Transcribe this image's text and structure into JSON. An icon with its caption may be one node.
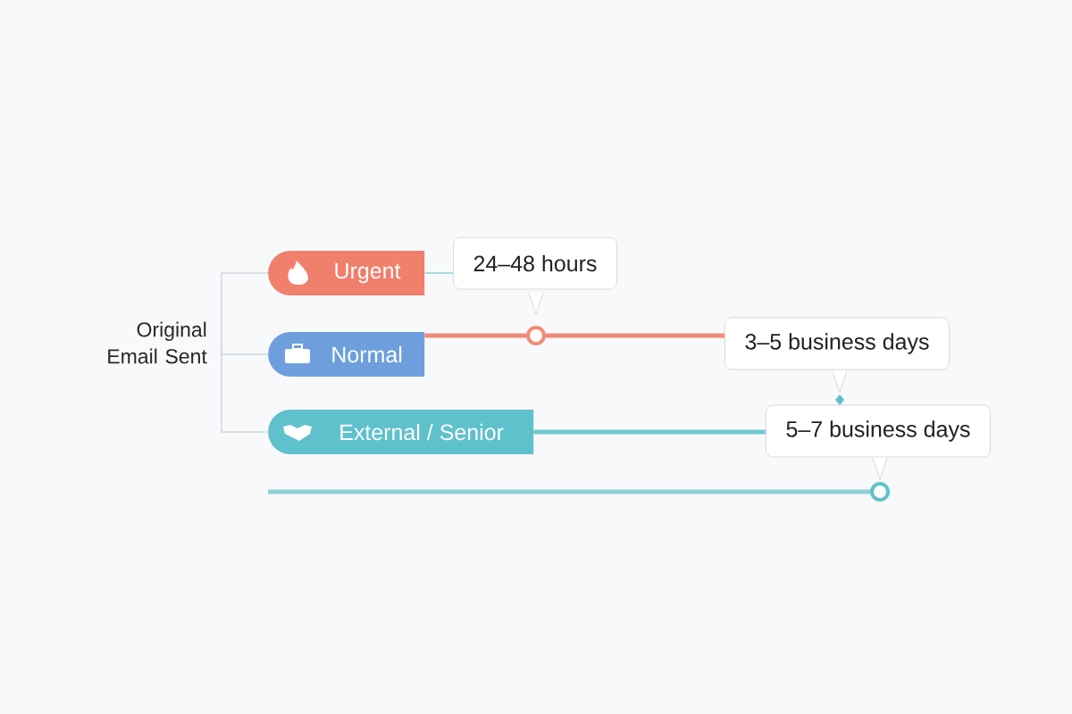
{
  "diagram": {
    "nodes": [
      {
        "text": [
          "Original Email Sent"
        ]
      },
      {
        "text": [
          "Urgent"
        ]
      },
      {
        "text": [
          "Normal"
        ]
      },
      {
        "text": [
          "External / Senior"
        ]
      },
      {
        "text": [
          "24–48 hours"
        ]
      },
      {
        "text": [
          "3–5 business days"
        ]
      },
      {
        "text": [
          "5–7 business days"
        ]
      },
      {
        "text": [],
        "shape": "circle"
      },
      {
        "text": [],
        "shape": "circle"
      }
    ],
    "edges": [
      {
        "from": 0,
        "to": 1,
        "arrow": "none",
        "color": "#cfd8de"
      },
      {
        "from": 0,
        "to": 2,
        "arrow": "none",
        "color": "#cfd8de"
      },
      {
        "from": 0,
        "to": 3,
        "arrow": "none",
        "color": "#cfd8de"
      },
      {
        "from": 1,
        "to": 4,
        "arrow": "none",
        "color": "#8fd0d8"
      },
      {
        "from": 2,
        "to": 7,
        "arrow": "none",
        "style": "thick",
        "color": "#f28b76"
      },
      {
        "from": 7,
        "to": 5,
        "arrow": "none",
        "style": "thick",
        "color": "#f28b76"
      },
      {
        "from": 3,
        "to": 6,
        "arrow": "none",
        "style": "thick",
        "color": "#74c7d2"
      },
      {
        "from": null,
        "to": 8,
        "arrow": "none",
        "style": "thick",
        "color": "#8fd0d8"
      }
    ]
  }
}
